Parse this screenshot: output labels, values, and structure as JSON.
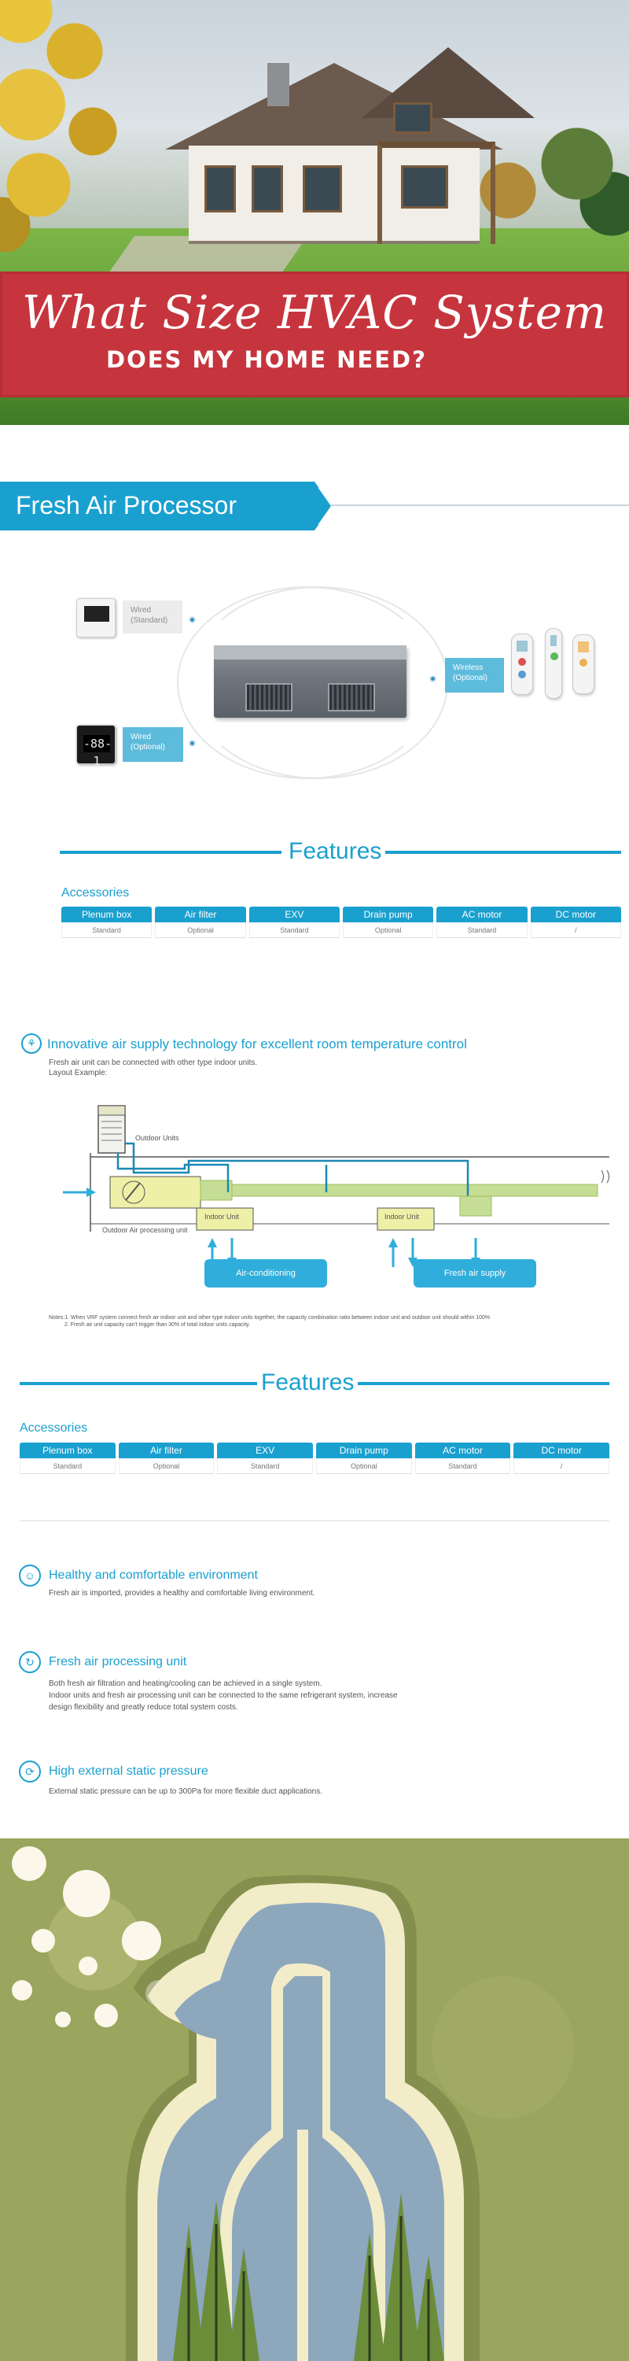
{
  "hero": {
    "title": "What Size HVAC System",
    "subtitle": "DOES MY HOME NEED?"
  },
  "section": {
    "title": "Fresh Air Processor"
  },
  "controllers": {
    "wired_standard": {
      "label": "Wired",
      "note": "(Standard)"
    },
    "wired_optional": {
      "label": "Wired",
      "note": "(Optional)",
      "display": "-88-1"
    },
    "wireless_optional": {
      "label": "Wireless",
      "note": "(Optional)"
    }
  },
  "features1": {
    "title": "Features",
    "accessories_label": "Accessories",
    "columns": [
      "Plenum box",
      "Air filter",
      "EXV",
      "Drain pump",
      "AC motor",
      "DC motor"
    ],
    "values": [
      "Standard",
      "Optional",
      "Standard",
      "Optional",
      "Standard",
      "/"
    ]
  },
  "innovative": {
    "title": "Innovative air supply technology for excellent room temperature control",
    "line1": "Fresh air unit can be connected with other type indoor units.",
    "line2": "Layout Example:",
    "outdoor_units": "Outdoor Units",
    "indoor_unit_1": "Indoor Unit",
    "indoor_unit_2": "Indoor Unit",
    "oapu": "Outdoor Air processing unit",
    "btn_ac": "Air-conditioning",
    "btn_fresh": "Fresh air supply",
    "note1": "Notes:1. When VRF system connect fresh air indoor unit and other type indoor units together, the capacity combination ratio between indoor unit and outdoor unit should within 100%",
    "note2": "2. Fresh air unit capacity can't trigger than 30% of total indoor units capacity."
  },
  "features2": {
    "title": "Features",
    "accessories_label": "Accessories",
    "columns": [
      "Plenum box",
      "Air filter",
      "EXV",
      "Drain pump",
      "AC motor",
      "DC motor"
    ],
    "values": [
      "Standard",
      "Optional",
      "Standard",
      "Optional",
      "Standard",
      "/"
    ]
  },
  "feature_list": [
    {
      "title": "Healthy and comfortable environment",
      "text": "Fresh air is imported, provides a healthy and comfortable living environment.",
      "icon": "person-icon"
    },
    {
      "title": "Fresh air processing unit",
      "text1": "Both fresh air filtration and heating/cooling can be achieved in a single system.",
      "text2": "Indoor units and fresh air processing unit can be connected to the same refrigerant system, increase",
      "text3": "design flexibility and greatly reduce total system costs.",
      "icon": "cycle-icon"
    },
    {
      "title": "High external static pressure",
      "text": "External static pressure can be up to 300Pa for more flexible duct applications.",
      "icon": "airflow-icon"
    }
  ],
  "colors": {
    "accent": "#1aa0cf",
    "banner_red": "#c6353d",
    "poster_green": "#9aa55d"
  }
}
